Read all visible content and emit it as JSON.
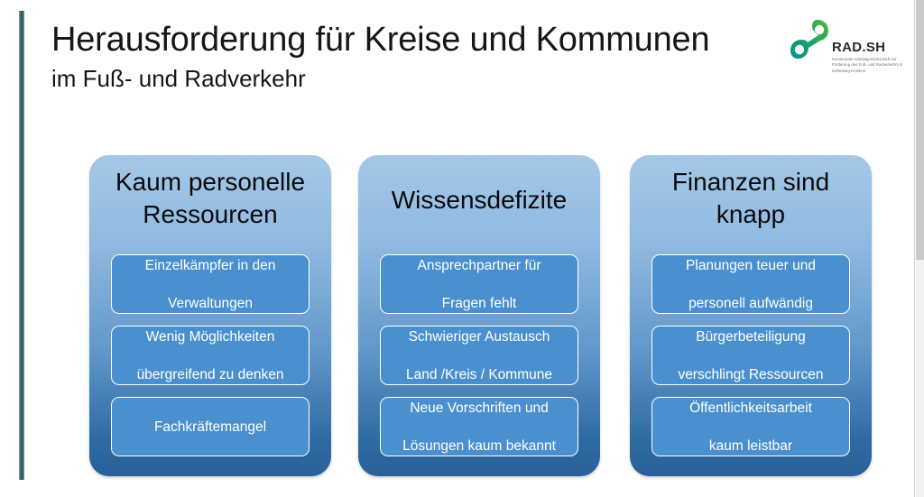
{
  "header": {
    "title_main": "Herausforderung für Kreise und Kommunen",
    "title_sub": "im Fuß- und Radverkehr"
  },
  "logo": {
    "name": "RAD.SH",
    "tagline": "Kommunale Arbeitsgemeinschaft zur Förderung des Fuß- und Radverkehrs in Schleswig-Holstein",
    "colors": {
      "green": "#3ba935",
      "teal": "#159c8e"
    }
  },
  "theme": {
    "accent_bar": "#3c6066",
    "card_top": "#a5c8e7",
    "card_bottom": "#2a6099",
    "inner_box": "#4a90cf",
    "inner_box_border": "#ffffff"
  },
  "cards": [
    {
      "title": "Kaum personelle Ressourcen",
      "title_lines": 2,
      "items": [
        {
          "line1": "Einzelkämpfer in den",
          "line2": "Verwaltungen"
        },
        {
          "line1": "Wenig Möglichkeiten",
          "line2": "übergreifend zu denken"
        },
        {
          "line1": "Fachkräftemangel",
          "line2": ""
        }
      ]
    },
    {
      "title": "Wissensdefizite",
      "title_lines": 1,
      "items": [
        {
          "line1": "Ansprechpartner für",
          "line2": "Fragen fehlt"
        },
        {
          "line1": "Schwieriger Austausch",
          "line2": "Land  /Kreis / Kommune"
        },
        {
          "line1": "Neue Vorschriften und",
          "line2": "Lösungen kaum bekannt"
        }
      ]
    },
    {
      "title": "Finanzen sind knapp",
      "title_lines": 2,
      "items": [
        {
          "line1": "Planungen teuer und",
          "line2": "personell aufwändig"
        },
        {
          "line1": "Bürgerbeteiligung",
          "line2": "verschlingt Ressourcen"
        },
        {
          "line1": "Öffentlichkeitsarbeit",
          "line2": "kaum leistbar"
        }
      ]
    }
  ]
}
